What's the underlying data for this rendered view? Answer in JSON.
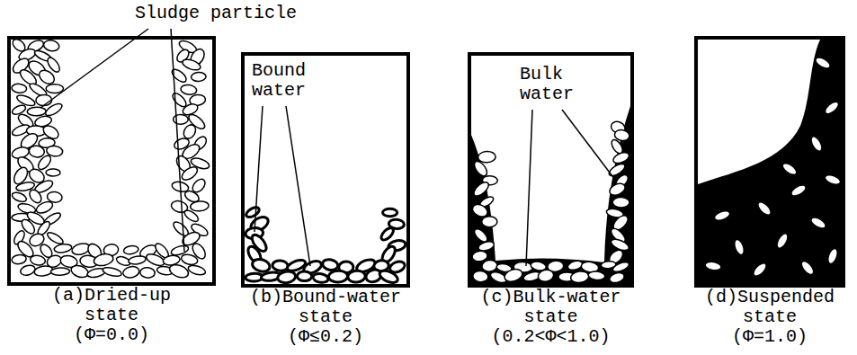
{
  "diagram": {
    "nodes": [
      {
        "text": [
          "(a)Dried-up state",
          "(Φ=0.0)"
        ]
      },
      {
        "text": [
          "(b)Bound-water state",
          "(Φ≤0.2)"
        ]
      },
      {
        "text": [
          "(c)Bulk-water state",
          "(0.2<Φ<1.0)"
        ]
      },
      {
        "text": [
          "(d)Suspended state",
          "(Φ=1.0)"
        ]
      }
    ],
    "labels": [
      "Sludge particle",
      "Bound water",
      "Bulk water"
    ]
  }
}
